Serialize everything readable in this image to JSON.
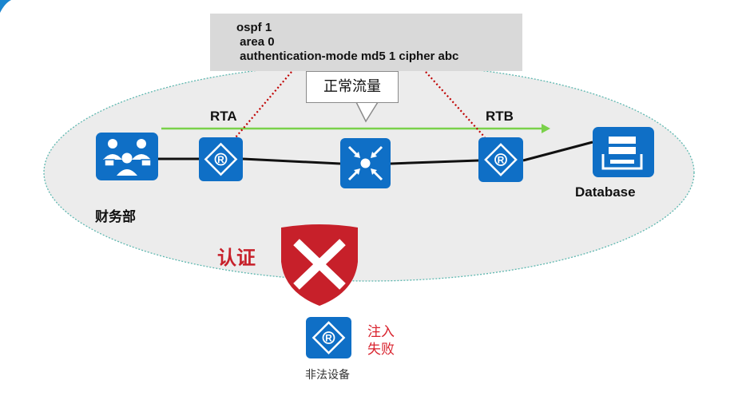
{
  "config": {
    "lines": [
      "ospf 1",
      " area 0",
      " authentication-mode md5 1 cipher abc"
    ]
  },
  "callout": {
    "text": "正常流量"
  },
  "routers": {
    "rta": {
      "label": "RTA"
    },
    "rtb": {
      "label": "RTB"
    }
  },
  "departments": {
    "finance": {
      "label": "财务部"
    }
  },
  "database": {
    "label": "Database"
  },
  "auth": {
    "label": "认证"
  },
  "illegal_device": {
    "label": "非法设备",
    "result_line1": "注入",
    "result_line2": "失败"
  },
  "colors": {
    "device_blue": "#0f6fc6",
    "traffic_arrow": "#7ad14a",
    "shield_red": "#c7202a",
    "dotted_red": "#c00000",
    "ellipse_fill": "#ececec",
    "ellipse_border": "#5fb8b0"
  },
  "icons": {
    "finance": "users-group-icon",
    "rta": "router-icon",
    "core": "switch-icon",
    "rtb": "router-icon",
    "database": "database-icon",
    "shield": "shield-x-icon",
    "illegal": "router-icon"
  }
}
